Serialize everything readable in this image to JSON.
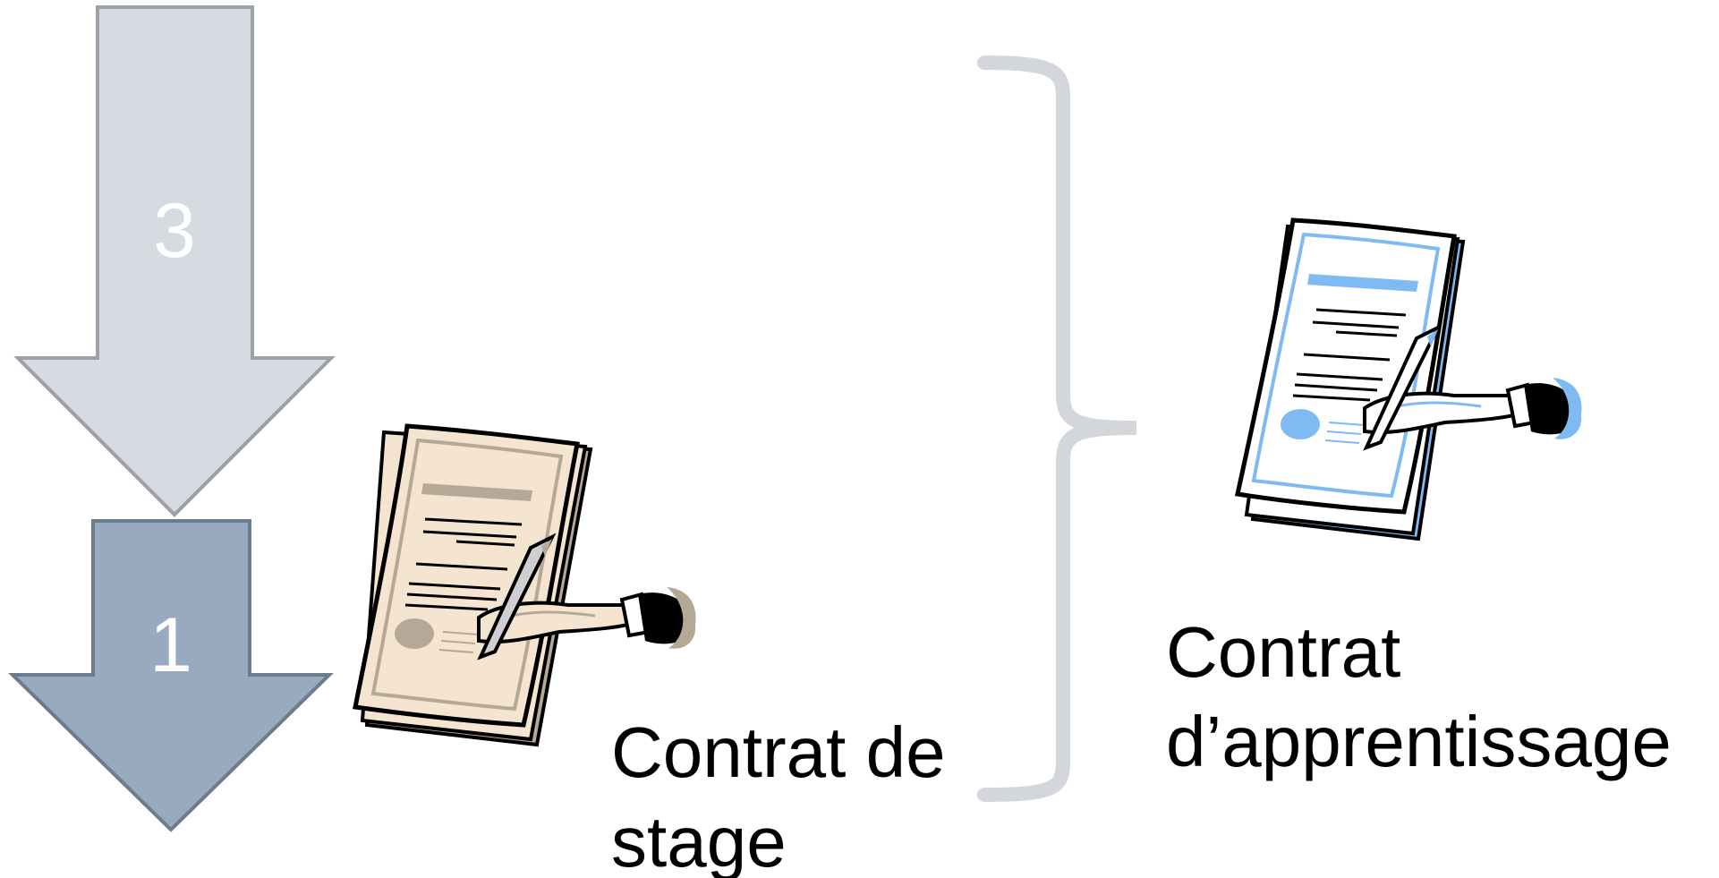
{
  "arrows": [
    {
      "number": "3",
      "fill": "#d5dbe0",
      "stroke": "#9ba1a6"
    },
    {
      "number": "1",
      "fill": "#97aac0",
      "stroke": "#6d7c8c"
    }
  ],
  "brace_color": "#d3d6da",
  "stage_contract": {
    "line1": "Contrat de",
    "line2": "stage",
    "paper_color": "#f4e4d0",
    "accent_color": "#b4a896"
  },
  "apprentice_contract": {
    "line1": "Contrat",
    "line2": "d’apprentissage",
    "paper_color": "#ffffff",
    "accent_color": "#7fbaf2"
  }
}
